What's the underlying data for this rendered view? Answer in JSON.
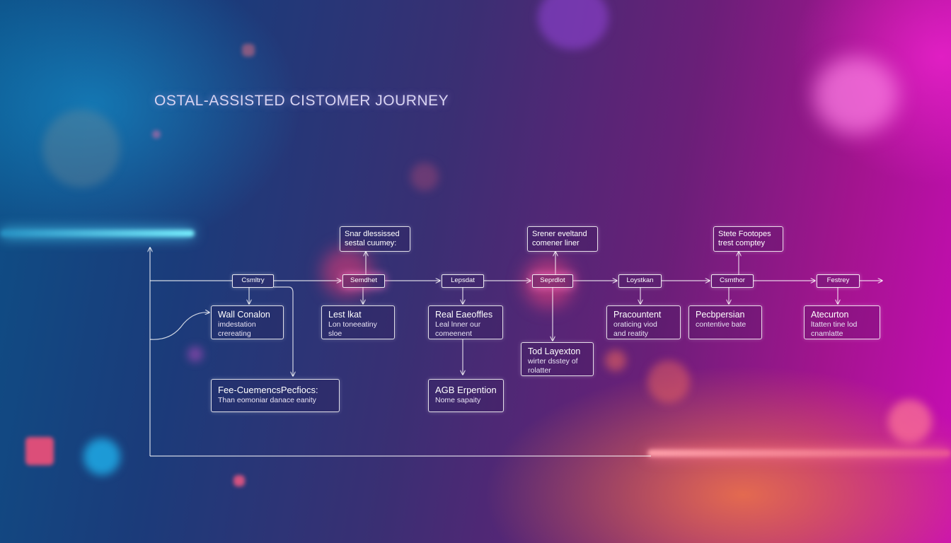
{
  "diagram": {
    "title": "OSTAL-ASSISTED CISTOMER JOURNEY",
    "stages": [
      {
        "label": "Csmltry"
      },
      {
        "label": "Semdhet"
      },
      {
        "label": "Lepsdat"
      },
      {
        "label": "Seprdlot"
      },
      {
        "label": "Loystkan"
      },
      {
        "label": "Csmthor"
      },
      {
        "label": "Festrey"
      }
    ],
    "top_notes": [
      {
        "line1": "Snar dlessissed",
        "line2": "sestal cuumey:"
      },
      {
        "line1": "Srener eveltand",
        "line2": "comener liner"
      },
      {
        "line1": "Stete Footopes",
        "line2": "trest comptey"
      }
    ],
    "cards": [
      {
        "heading": "Wall Conalon",
        "line1": "imdestation",
        "line2": "crereating"
      },
      {
        "heading": "Lest lkat",
        "line1": "Lon toneeatiny",
        "line2": "sloe"
      },
      {
        "heading": "Real Eaeoffles",
        "line1": "Leal lnner our",
        "line2": "comeenent"
      },
      {
        "heading": "Tod Layexton",
        "line1": "wirter dsstey of",
        "line2": "rolatter"
      },
      {
        "heading": "Pracountent",
        "line1": "oraticing viod",
        "line2": "and reatity"
      },
      {
        "heading": "Pecbpersian",
        "line1": "contentive bate",
        "line2": ""
      },
      {
        "heading": "Atecurton",
        "line1": "ltatten tine lod",
        "line2": "cnamlatte"
      },
      {
        "heading": "Fee-CuemencsPecfiocs:",
        "line1": "Than eomoniar danace eanity",
        "line2": ""
      },
      {
        "heading": "AGB Erpention",
        "line1": "Nome sapaity",
        "line2": ""
      }
    ]
  }
}
